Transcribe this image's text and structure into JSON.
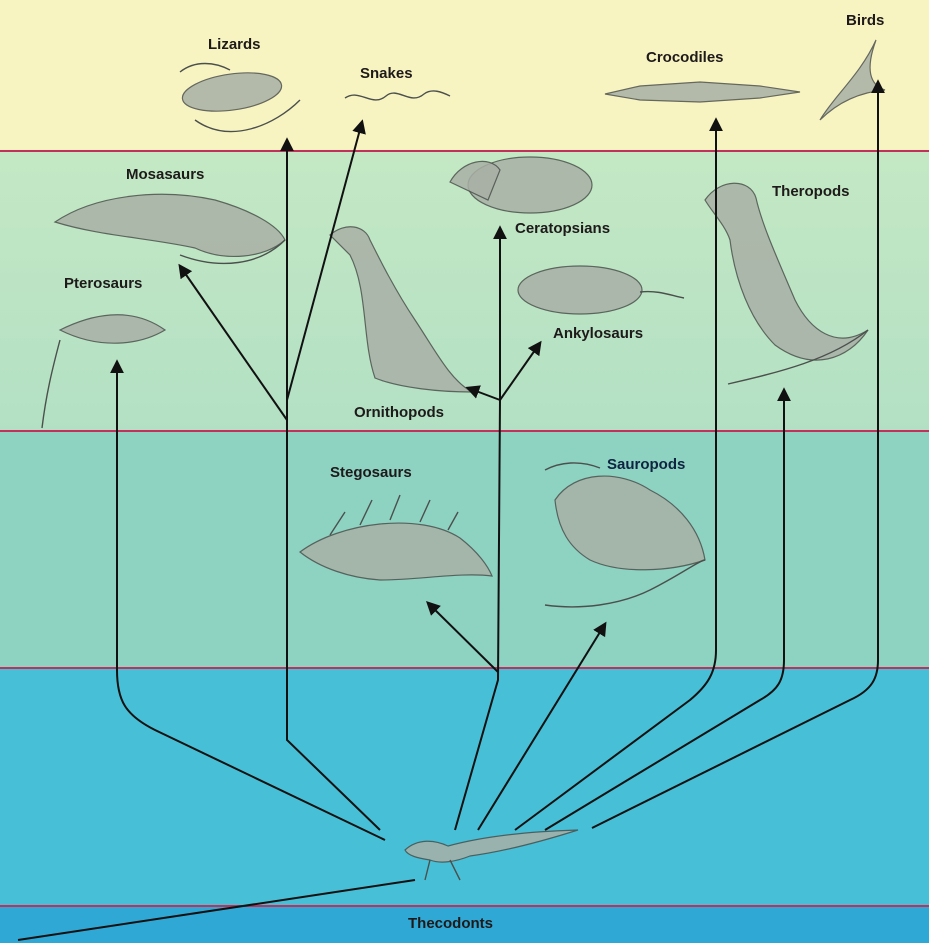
{
  "taxa": {
    "lizards": "Lizards",
    "snakes": "Snakes",
    "crocodiles": "Crocodiles",
    "birds": "Birds",
    "mosasaurs": "Mosasaurs",
    "theropods": "Theropods",
    "ceratopsians": "Ceratopsians",
    "pterosaurs": "Pterosaurs",
    "ankylosaurs": "Ankylosaurs",
    "ornithopods": "Ornithopods",
    "stegosaurs": "Stegosaurs",
    "sauropods": "Sauropods",
    "thecodonts": "Thecodonts"
  },
  "colors": {
    "band1": "#f8f4c2",
    "band2": "#c4e8c4",
    "band3": "#8ed2c2",
    "band4": "#47bfd6",
    "band5": "#30a8d6",
    "divider": "#c2305c",
    "arrow": "#111111"
  }
}
